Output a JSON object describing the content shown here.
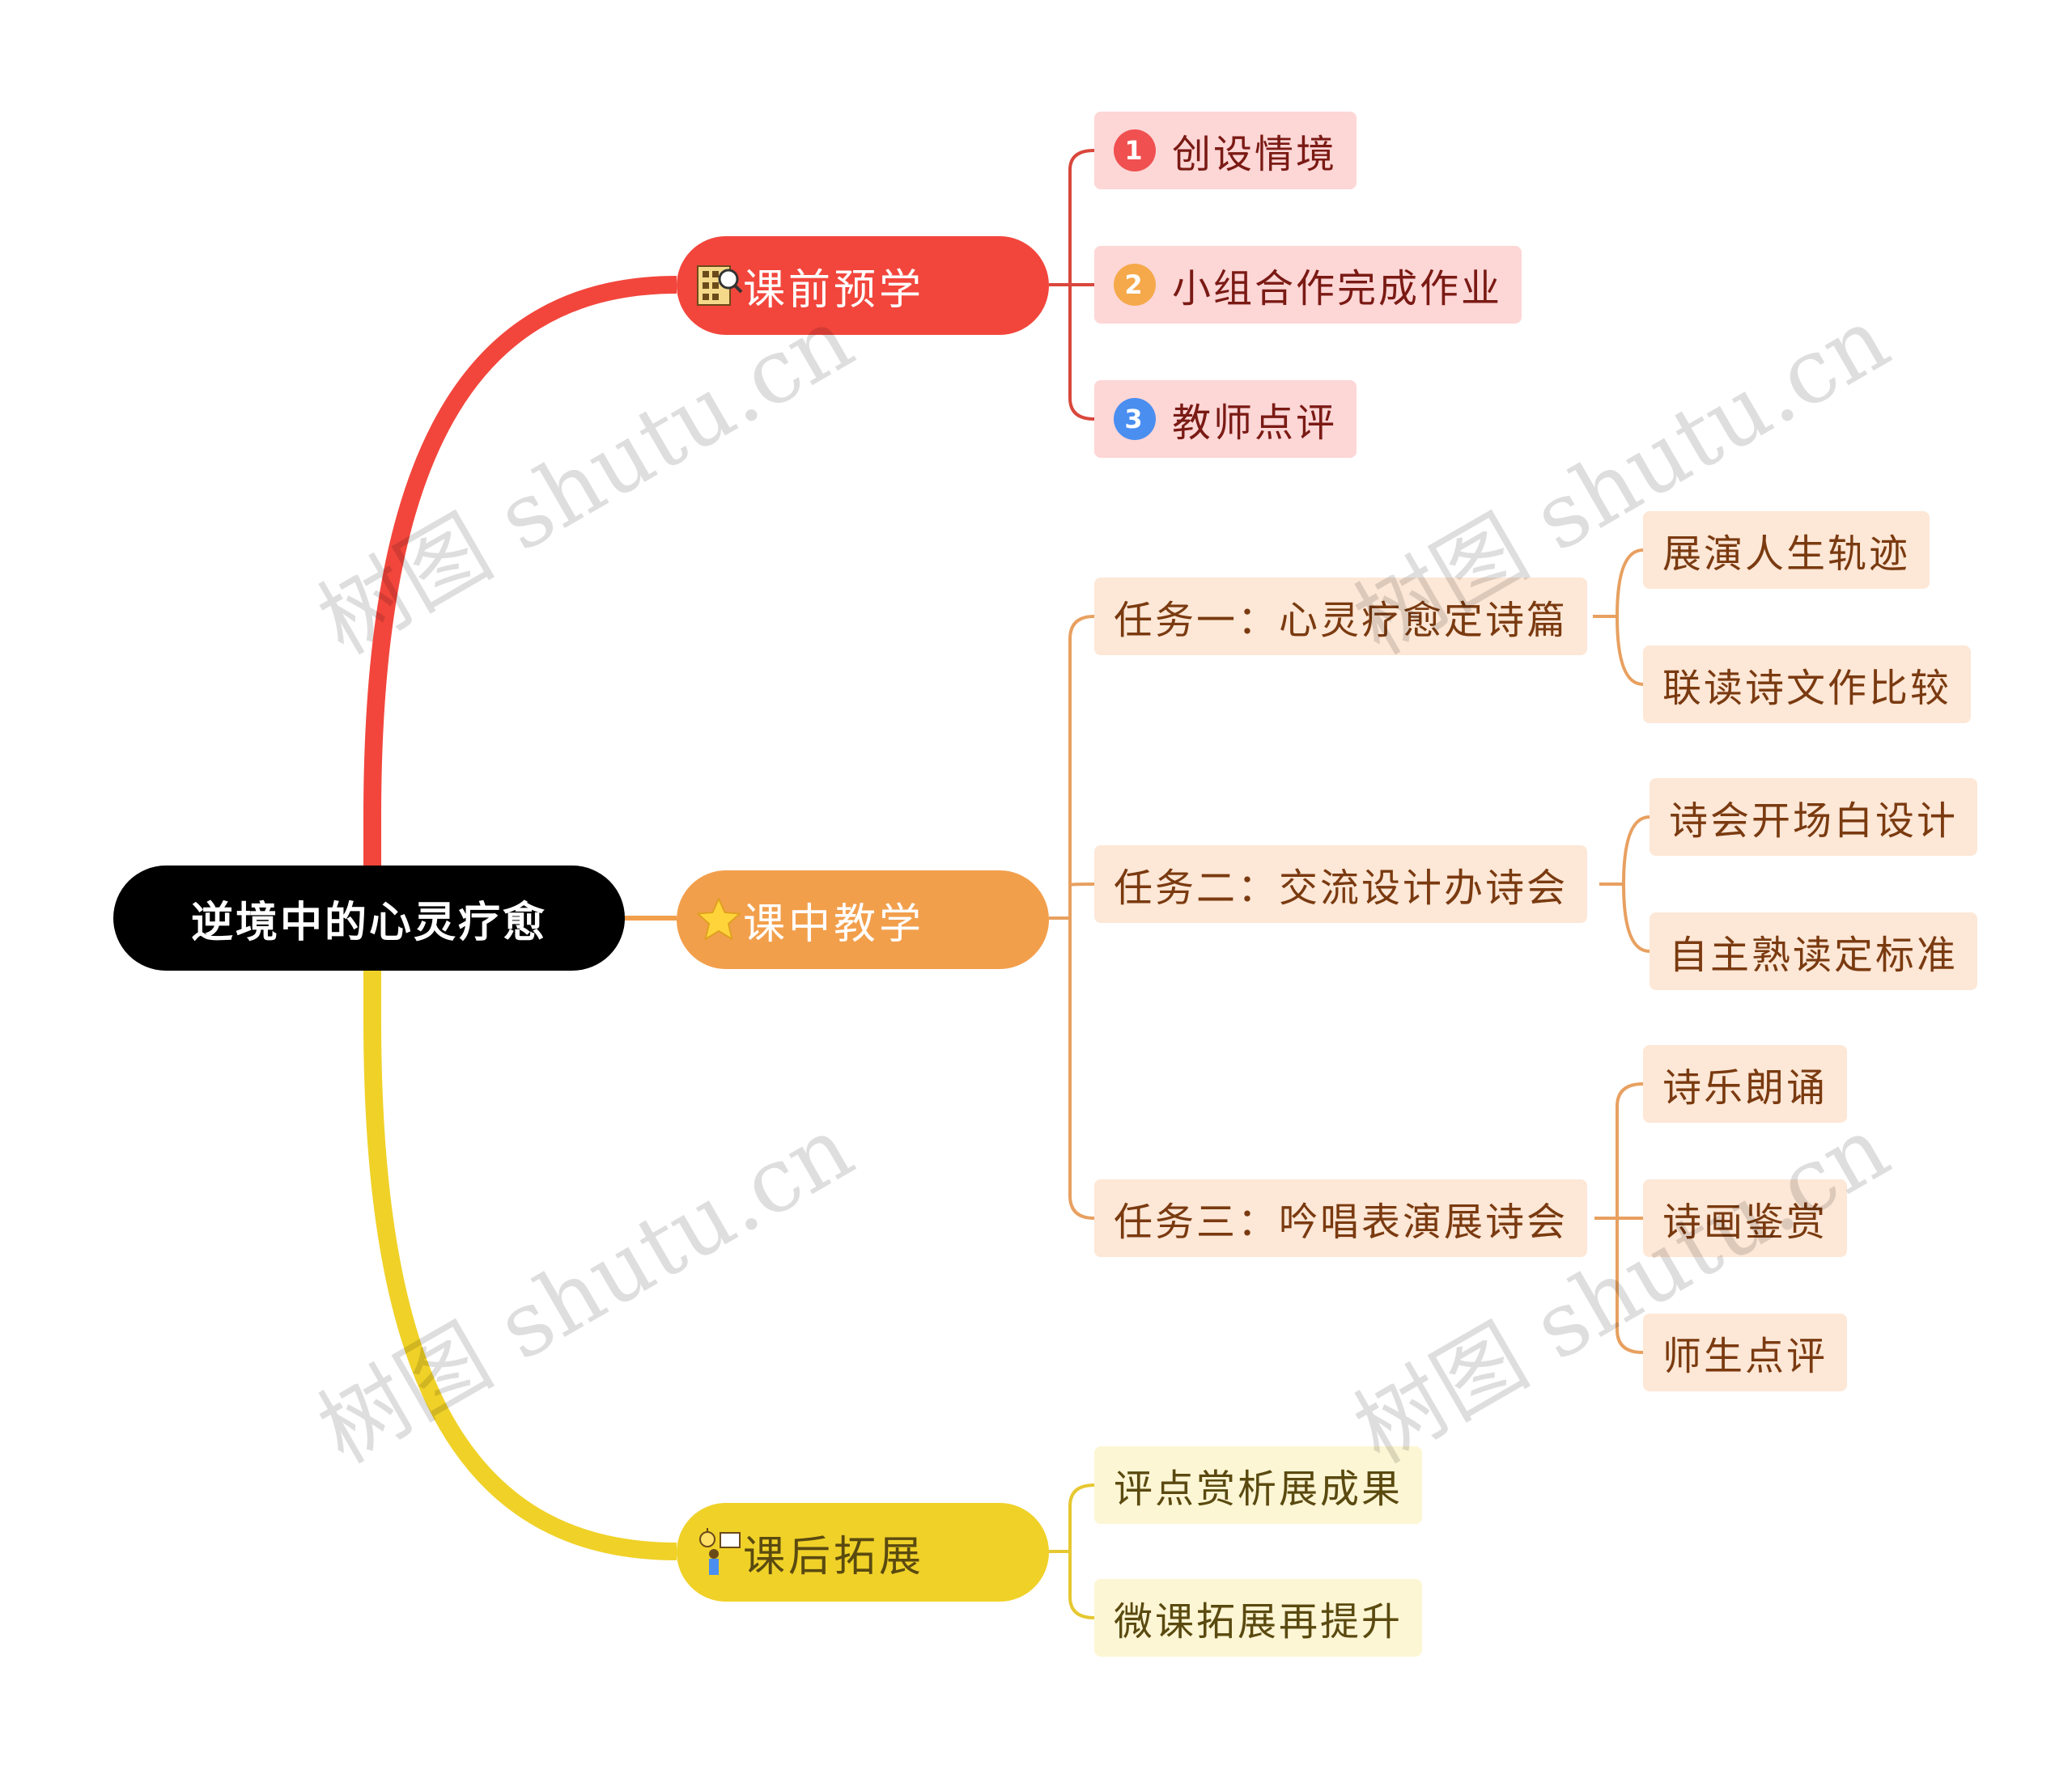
{
  "root": {
    "label": "逆境中的心灵疗愈"
  },
  "branches": [
    {
      "label": "课前预学",
      "icon": "magnifier-building-icon",
      "color": "#f2463c",
      "items": [
        {
          "number": "1",
          "label": "创设情境",
          "badge_color": "#f05050"
        },
        {
          "number": "2",
          "label": "小组合作完成作业",
          "badge_color": "#f5a94a"
        },
        {
          "number": "3",
          "label": "教师点评",
          "badge_color": "#4a8ef0"
        }
      ]
    },
    {
      "label": "课中教学",
      "icon": "star-icon",
      "color": "#f29f4c",
      "tasks": [
        {
          "label": "任务一：心灵疗愈定诗篇",
          "items": [
            "展演人生轨迹",
            "联读诗文作比较"
          ]
        },
        {
          "label": "任务二：交流设计办诗会",
          "items": [
            "诗会开场白设计",
            "自主熟读定标准"
          ]
        },
        {
          "label": "任务三：吟唱表演展诗会",
          "items": [
            "诗乐朗诵",
            "诗画鉴赏",
            "师生点评"
          ]
        }
      ]
    },
    {
      "label": "课后拓展",
      "icon": "presenter-idea-icon",
      "color": "#f0d128",
      "items": [
        "评点赏析展成果",
        "微课拓展再提升"
      ]
    }
  ],
  "watermark": "树图 shutu.cn"
}
